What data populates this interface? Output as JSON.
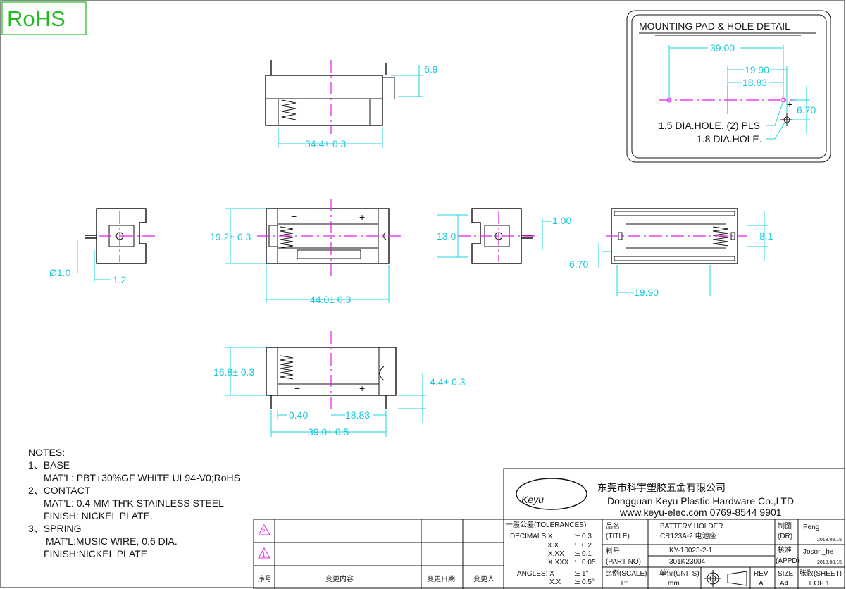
{
  "badge": {
    "label": "RoHS",
    "color": "#22bb22"
  },
  "colors": {
    "dimension": "#19c8d8",
    "centerline": "#e020e0",
    "outline": "#111111"
  },
  "top_view": {
    "height_dim": "6.9",
    "width_dim": "34.4± 0.3"
  },
  "front_view": {
    "height_dim": "19.2± 0.3",
    "width_dim": "44.0± 0.3",
    "minus": "−",
    "plus": "+"
  },
  "left_view": {
    "pin_dia": "Ø1.0",
    "pin_len": "1.2"
  },
  "right_side_view": {
    "height_dim": "13.0",
    "pin_dim": "1.00"
  },
  "rear_view": {
    "offset_dim": "6.70",
    "pitch_dim": "8.1",
    "pos_dim": "19.90"
  },
  "bottom_view": {
    "height_dim": "16.8± 0.3",
    "depth_dim": "4.4± 0.3",
    "gap_dim": "0.40",
    "pos_dim": "18.83",
    "span_dim": "39.0± 0.5"
  },
  "hole_detail": {
    "title": "MOUNTING PAD & HOLE DETAIL",
    "d1": "39.00",
    "d2": "19.90",
    "d3": "18.83",
    "d4": "6.70",
    "note1": "1.5 DIA.HOLE. (2) PLS",
    "note2": "1.8 DIA.HOLE.",
    "minus": "−",
    "plus": "+"
  },
  "notes": {
    "heading": "NOTES:",
    "lines": [
      "1、BASE",
      "MAT'L: PBT+30%GF   WHITE UL94-V0;RoHS",
      "2、CONTACT",
      "MAT'L: 0.4 MM TH'K STAINLESS STEEL",
      "FINISH: NICKEL PLATE.",
      "3、SPRING",
      "MAT'L:MUSIC WIRE, 0.6 DIA.",
      "FINISH:NICKEL PLATE"
    ]
  },
  "revision_table": {
    "rev2": "2",
    "rev1": "1",
    "headers": [
      "序号",
      "变更内容",
      "变更日期",
      "变更人"
    ]
  },
  "title_block": {
    "logo": "Keyu",
    "company_cn": "东莞市科宇塑胶五金有限公司",
    "company_en": "Dongguan Keyu Plastic Hardware Co.,LTD",
    "contact": "www.keyu-elec.com  0769-8544 9901",
    "tol_heading": "一般公差(TOLERANCES)",
    "tolerances": [
      [
        "DECIMALS:X",
        ":± 0.3"
      ],
      [
        "X.X",
        ":± 0.2"
      ],
      [
        "X.XX",
        ":± 0.1"
      ],
      [
        "X.XXX",
        ":± 0.05"
      ],
      [
        "ANGLES: X",
        ":± 1°"
      ],
      [
        "X.X",
        ":± 0.5°"
      ]
    ],
    "title_label_cn": "品名",
    "title_label_en": "(TITLE)",
    "title_1": "BATTERY HOLDER",
    "title_2": "CR123A-2 电池座",
    "part_label_cn": "料号",
    "part_label_en": "(PART NO)",
    "part_1": "KY-10023-2-1",
    "part_2": "301K23004",
    "dr_label_cn": "制图",
    "dr_label_en": "(DR)",
    "dr_name": "Peng",
    "dr_date": "2018.08.15",
    "appd_label_cn": "核准",
    "appd_label_en": "(APPD)",
    "appd_name": "Joson_he",
    "appd_date": "2018.08.15",
    "scale_label": "比例(SCALE)",
    "scale": "1:1",
    "units_label": "单位(UNITS)",
    "units": "mm",
    "rev_label": "REV",
    "rev": "A",
    "size_label": "SIZE",
    "size": "A4",
    "sheet_label": "张数(SHEET)",
    "sheet": "1 OF 1"
  }
}
